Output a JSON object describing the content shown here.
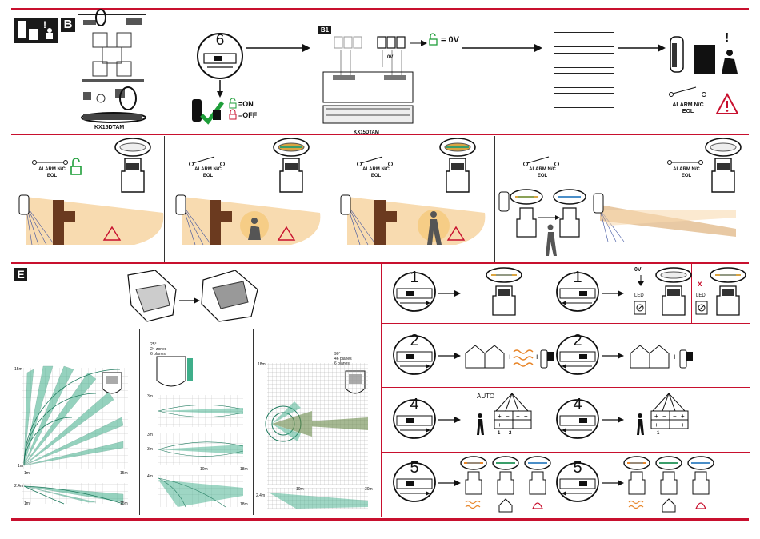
{
  "section_b": {
    "letter": "B",
    "sub_b1": "B1",
    "board_model": "KX15DTAM",
    "wiring_model": "KX15DTAM",
    "step_6": "6",
    "on_label": "=ON",
    "off_label": "=OFF",
    "zero_v": "= 0V",
    "zero_v_small": "0V",
    "alarm_nc": "ALARM N/C",
    "eol": "EOL"
  },
  "walk_test": {
    "alarm_nc": "ALARM N/C",
    "eol": "EOL"
  },
  "section_e": {
    "letter": "E"
  },
  "detection_charts": {
    "chart1": {
      "y_top": "15m",
      "y_mid": "1m",
      "y_low": "2.4m",
      "x_left": "1m",
      "x_right": "15m",
      "x_right2": "15m",
      "x_left2": "1m"
    },
    "chart2": {
      "note_line1": "25°",
      "note_line2": "24 zones",
      "note_line3": "6 planes",
      "y1": "3m",
      "y2": "3m",
      "y3": "3m",
      "y4": "4m",
      "mid": "10m",
      "x_right": "18m",
      "x_right2": "18m"
    },
    "chart3": {
      "note_line1": "90°",
      "note_line2": "46 planes",
      "note_line3": "6 planes",
      "y_top": "18m",
      "y_low": "2.4m",
      "x_mid": "10m",
      "x_right": "30m"
    }
  },
  "settings": {
    "step1_a": "1",
    "step1_b": "1",
    "led": "LED",
    "led2": "LED",
    "zero_v": "0V",
    "step2_a": "2",
    "step2_b": "2",
    "step4_a": "4",
    "step4_b": "4",
    "auto": "AUTO",
    "num1": "1",
    "num2": "2",
    "num1b": "1",
    "step5_a": "5",
    "step5_b": "5",
    "x_mark": "x"
  }
}
